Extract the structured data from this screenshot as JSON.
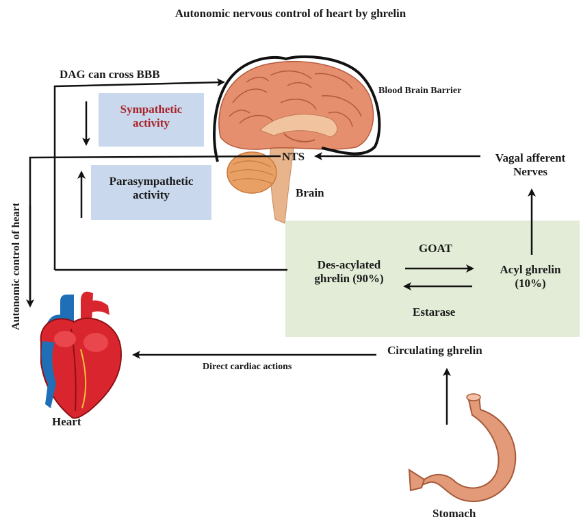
{
  "title": "Autonomic nervous control of heart by ghrelin",
  "labels": {
    "dag": "DAG can cross BBB",
    "bbb": "Blood Brain Barrier",
    "sympathetic_l1": "Sympathetic",
    "sympathetic_l2": "activity",
    "parasympathetic_l1": "Parasympathetic",
    "parasympathetic_l2": "activity",
    "nts": "NTS",
    "brain": "Brain",
    "vagal_l1": "Vagal afferent",
    "vagal_l2": "Nerves",
    "autonomic": "Autonomic control of heart",
    "goat": "GOAT",
    "des_l1": "Des-acylated",
    "des_l2": "ghrelin (90%)",
    "acyl_l1": "Acyl ghrelin",
    "acyl_l2": "(10%)",
    "estarase": "Estarase",
    "circulating": "Circulating ghrelin",
    "direct": "Direct cardiac actions",
    "heart": "Heart",
    "stomach": "Stomach"
  },
  "colors": {
    "sympathetic_text": "#a8232a",
    "box_blue": "#c9d8ec",
    "box_green": "#e2ecd6",
    "brain": "#e58f6e",
    "heart_red": "#d9262e",
    "heart_blue": "#1f6fb7",
    "stomach": "#e39a78"
  }
}
